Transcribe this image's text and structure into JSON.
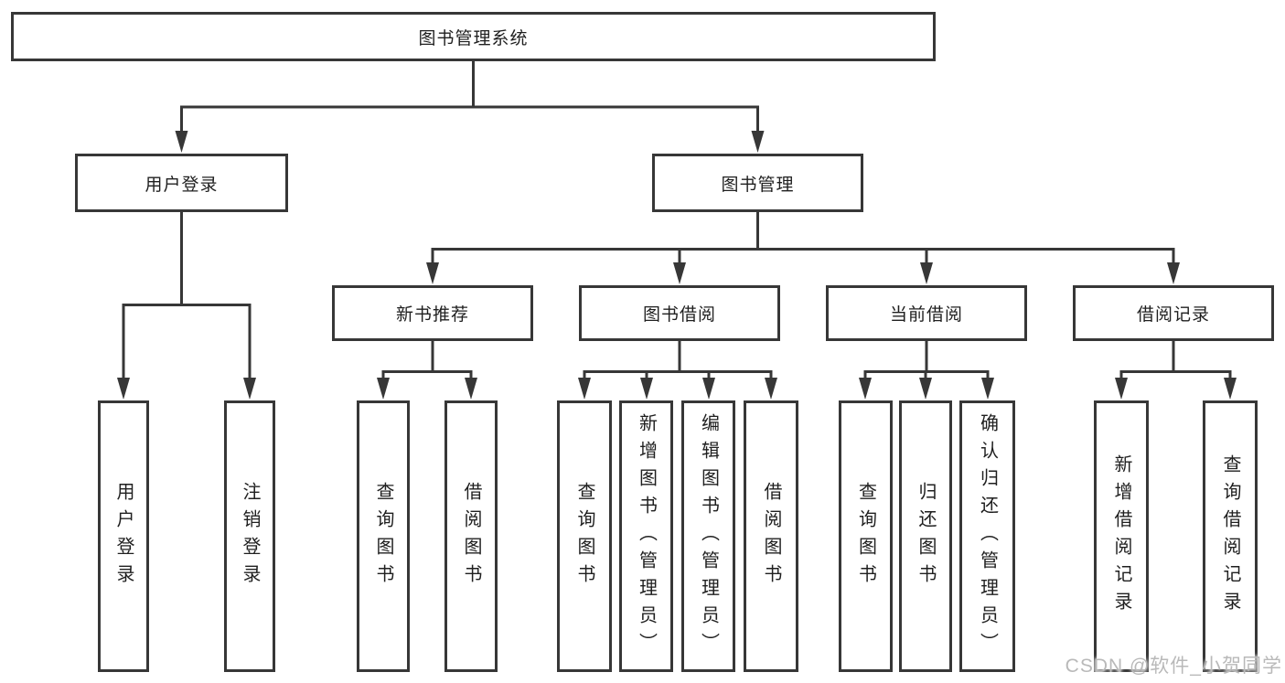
{
  "diagram_title": "图书管理系统",
  "colors": {
    "background": "#ffffff",
    "line": "#373737",
    "box_border": "#373737",
    "text": "#1f1f1f",
    "watermark": "#b9b9b9"
  },
  "tree": {
    "root": {
      "label": "图书管理系统",
      "children": [
        {
          "label": "用户登录",
          "children": [
            {
              "label": "用户登录"
            },
            {
              "label": "注销登录"
            }
          ]
        },
        {
          "label": "图书管理",
          "children": [
            {
              "label": "新书推荐",
              "children": [
                {
                  "label": "查询图书"
                },
                {
                  "label": "借阅图书"
                }
              ]
            },
            {
              "label": "图书借阅",
              "children": [
                {
                  "label": "查询图书"
                },
                {
                  "label": "新增图书（管理员）"
                },
                {
                  "label": "编辑图书（管理员）"
                },
                {
                  "label": "借阅图书"
                }
              ]
            },
            {
              "label": "当前借阅",
              "children": [
                {
                  "label": "查询图书"
                },
                {
                  "label": "归还图书"
                },
                {
                  "label": "确认归还（管理员）"
                }
              ]
            },
            {
              "label": "借阅记录",
              "children": [
                {
                  "label": "新增借阅记录"
                },
                {
                  "label": "查询借阅记录"
                }
              ]
            }
          ]
        }
      ]
    }
  },
  "watermark": "CSDN @软件_小贺同学"
}
